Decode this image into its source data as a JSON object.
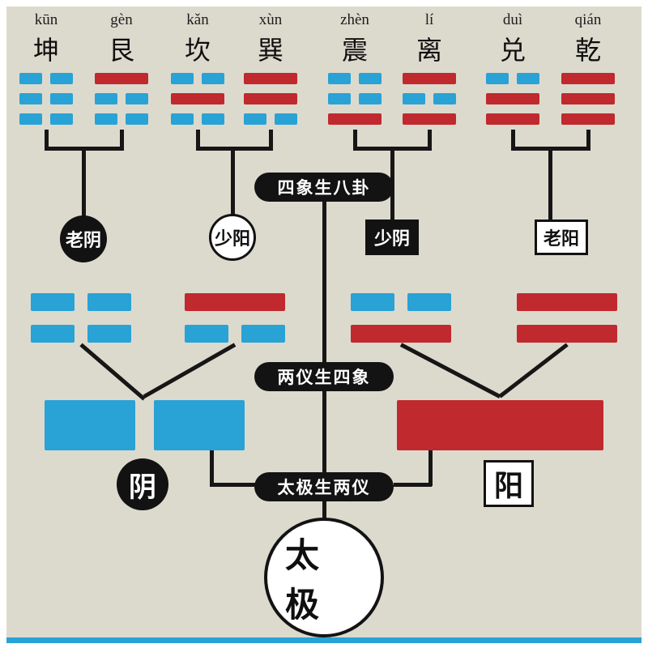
{
  "colors": {
    "paper": "#dcdacd",
    "line": "#161616",
    "blue": "#29a2d6",
    "red": "#c0292e",
    "bottom_bar": "#29a2d6"
  },
  "trigrams": [
    {
      "pinyin": "kūn",
      "hanzi": "坤",
      "lines": [
        "broken",
        "broken",
        "broken"
      ]
    },
    {
      "pinyin": "gèn",
      "hanzi": "艮",
      "lines": [
        "solid",
        "broken",
        "broken"
      ]
    },
    {
      "pinyin": "kǎn",
      "hanzi": "坎",
      "lines": [
        "broken",
        "solid",
        "broken"
      ]
    },
    {
      "pinyin": "xùn",
      "hanzi": "巽",
      "lines": [
        "solid",
        "solid",
        "broken"
      ]
    },
    {
      "pinyin": "zhèn",
      "hanzi": "震",
      "lines": [
        "broken",
        "broken",
        "solid"
      ]
    },
    {
      "pinyin": "lí",
      "hanzi": "离",
      "lines": [
        "solid",
        "broken",
        "solid"
      ]
    },
    {
      "pinyin": "duì",
      "hanzi": "兑",
      "lines": [
        "broken",
        "solid",
        "solid"
      ]
    },
    {
      "pinyin": "qián",
      "hanzi": "乾",
      "lines": [
        "solid",
        "solid",
        "solid"
      ]
    }
  ],
  "four_images": [
    {
      "label": "老阴",
      "badge": "black-circle",
      "lines": [
        "broken",
        "broken"
      ]
    },
    {
      "label": "少阳",
      "badge": "white-circle",
      "lines": [
        "solid",
        "broken"
      ]
    },
    {
      "label": "少阴",
      "badge": "black-box",
      "lines": [
        "broken",
        "solid"
      ]
    },
    {
      "label": "老阳",
      "badge": "white-box",
      "lines": [
        "solid",
        "solid"
      ]
    }
  ],
  "two_forms": [
    {
      "label": "阴",
      "badge": "black-circle",
      "line": "broken"
    },
    {
      "label": "阳",
      "badge": "white-box",
      "line": "solid"
    }
  ],
  "stages": {
    "four_to_eight": "四象生八卦",
    "two_to_four": "两仪生四象",
    "one_to_two": "太极生两仪"
  },
  "taiji": {
    "label": "太极"
  }
}
